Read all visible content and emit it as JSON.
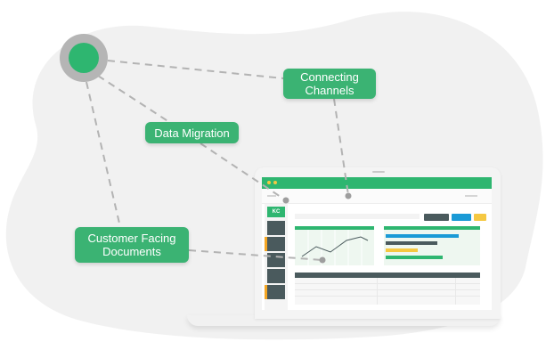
{
  "labels": {
    "connecting_channels": "Connecting\nChannels",
    "data_migration": "Data Migration",
    "customer_facing_documents": "Customer Facing\nDocuments"
  },
  "dashboard": {
    "logo_text": "KC"
  },
  "colors": {
    "brand_green": "#3bb373",
    "hub_ring": "#b5b5b5",
    "dark_slate": "#4a5a5d",
    "accent_blue": "#1a9ad6",
    "accent_yellow": "#f5c842",
    "background_blob": "#f1f1f1"
  }
}
